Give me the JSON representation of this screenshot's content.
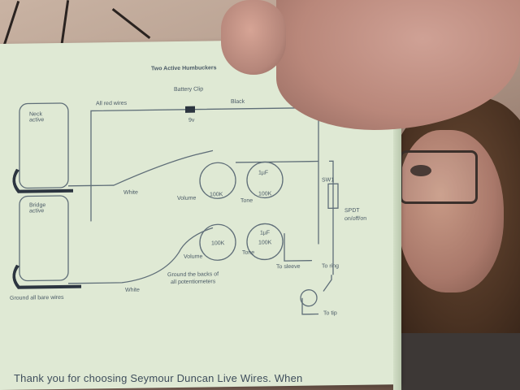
{
  "diagram": {
    "title": "Two Active Humbuckers",
    "battery_clip": "Battery Clip",
    "battery_voltage": "9v",
    "red_wires": "All red wires",
    "black": "Black",
    "neck_pickup": "Neck\nactive",
    "bridge_pickup": "Bridge\nactive",
    "white_top": "White",
    "white_bottom": "White",
    "volume_top": "Volume",
    "volume_bottom": "Volume",
    "tone_top": "Tone",
    "tone_bottom": "Tone",
    "pot_value_1": "100K",
    "pot_value_2": "100K",
    "pot_value_3": "100K",
    "pot_value_4": "100K",
    "cap_top": "1µF",
    "cap_bottom": "1µF",
    "switch_label": "SW1",
    "spdt_label": "SPDT",
    "spdt_sub": "on/off/on",
    "to_sleeve": "To sleeve",
    "to_ring": "To ring",
    "to_tip": "To tip",
    "ground_pots": "Ground the backs of",
    "ground_pots_2": "all potentiometers",
    "ground_bare": "Ground all bare wires"
  },
  "page_text": "Thank you for choosing Seymour Duncan Live Wires. When",
  "colors": {
    "paper": "#dfe9d4",
    "ink": "#4a5a66",
    "wire": "#5f6e78"
  }
}
